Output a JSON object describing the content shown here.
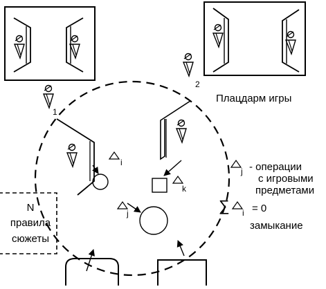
{
  "labels": {
    "arena": "Плацдарм игры",
    "player_1_index": "1",
    "player_2_index": "2",
    "delta_i_index": "i",
    "delta_j_index": "j",
    "delta_k_index": "k",
    "ops_index": "j",
    "ops_line1": "- операции",
    "ops_line2": "с игровыми",
    "ops_line3": "предметами",
    "sum_symbol": "∑",
    "sum_index": "i",
    "sum_rest": "= 0",
    "closure": "замыкание",
    "rules_line1": "N",
    "rules_line2": "правила",
    "rules_line3": "сюжеты"
  }
}
